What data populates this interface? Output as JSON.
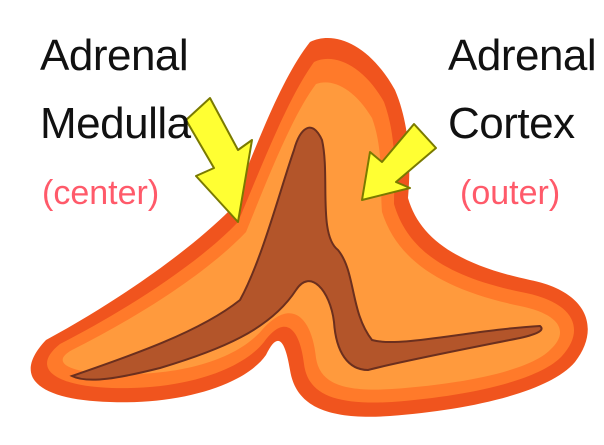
{
  "labels": {
    "medulla": {
      "line1": "Adrenal",
      "line2": "Medulla",
      "location": "(center)"
    },
    "cortex": {
      "line1": "Adrenal",
      "line2": "Cortex",
      "location": "(outer)"
    }
  },
  "colors": {
    "outer_band": "#f0541e",
    "middle_band": "#ff7a2a",
    "cortex_fill": "#ff9a3d",
    "medulla_fill": "#b3552a",
    "outline": "#6b2f1e",
    "arrow_fill": "#ffff33",
    "arrow_stroke": "#7a7a00",
    "location_text": "#ff5a6a"
  }
}
